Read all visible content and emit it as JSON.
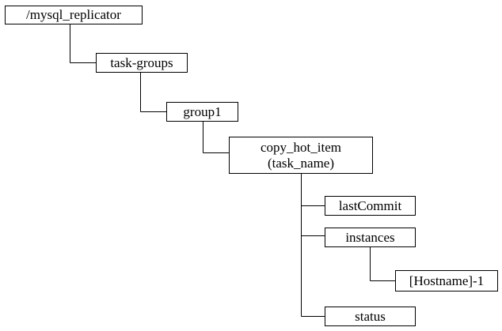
{
  "tree": {
    "root": {
      "label": "/mysql_replicator"
    },
    "task_groups": {
      "label": "task-groups"
    },
    "group1": {
      "label": "group1"
    },
    "task": {
      "line1": "copy_hot_item",
      "line2": "(task_name)"
    },
    "last_commit": {
      "label": "lastCommit"
    },
    "instances": {
      "label": "instances"
    },
    "hostname": {
      "label": "[Hostname]-1"
    },
    "status": {
      "label": "status"
    }
  }
}
